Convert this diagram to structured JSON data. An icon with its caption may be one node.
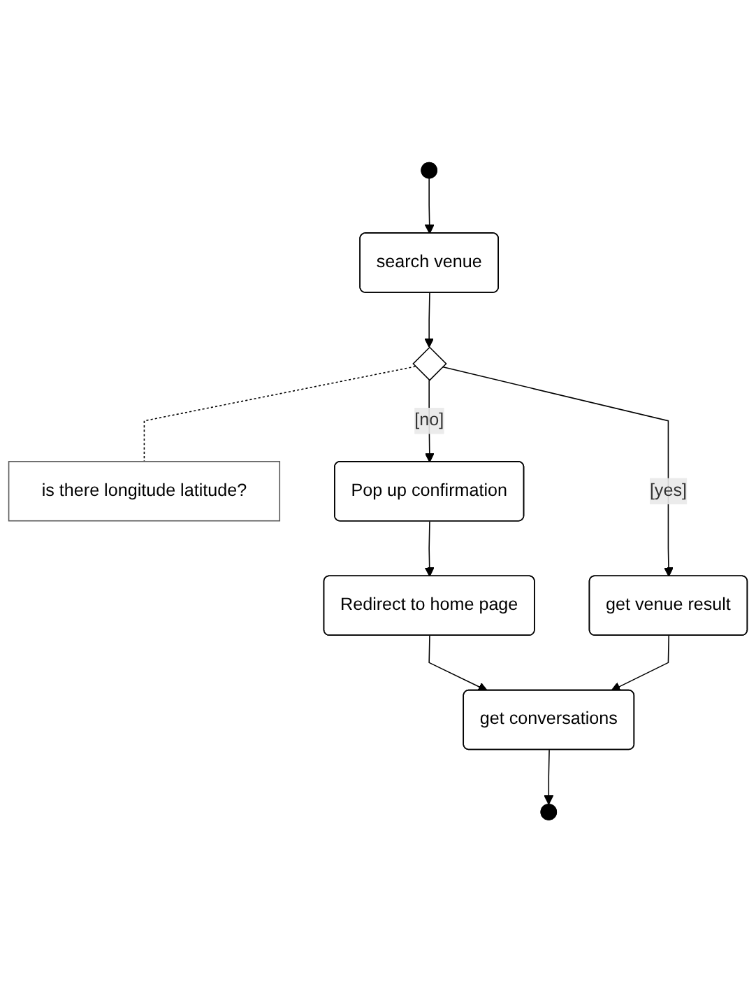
{
  "diagram": {
    "nodes": [
      {
        "text": [],
        "shape": "circle"
      },
      {
        "text": [
          "search venue"
        ]
      },
      {
        "text": [],
        "shape": "diamond"
      },
      {
        "text": [
          "is there longitude latitude?"
        ]
      },
      {
        "text": [
          "get venue result"
        ]
      },
      {
        "text": [
          "Pop up confirmation"
        ]
      },
      {
        "text": [
          "Redirect to home page"
        ]
      },
      {
        "text": [
          "get conversations"
        ]
      },
      {
        "text": [],
        "shape": "circle"
      }
    ],
    "edges": [
      {
        "from": 0,
        "to": 1,
        "arrow": "to"
      },
      {
        "from": 1,
        "to": 2,
        "arrow": "to"
      },
      {
        "from": 2,
        "to": 4,
        "arrow": "to",
        "label": "[yes]"
      },
      {
        "from": 2,
        "to": 3,
        "arrow": "none",
        "style": "dashed"
      },
      {
        "from": 2,
        "to": 5,
        "arrow": "to",
        "label": "[no]"
      },
      {
        "from": 5,
        "to": 6,
        "arrow": "to"
      },
      {
        "from": 6,
        "to": 7,
        "arrow": "to"
      },
      {
        "from": 4,
        "to": 7,
        "arrow": "to"
      },
      {
        "from": 7,
        "to": 8,
        "arrow": "to"
      }
    ]
  }
}
